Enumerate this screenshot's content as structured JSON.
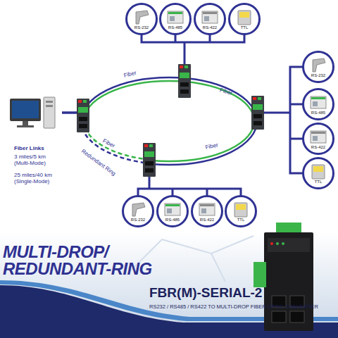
{
  "diagram": {
    "title": "MULTI-DROP/ REDUNDANT-RING",
    "nodes": [
      {
        "text": [
          "RS-232"
        ]
      },
      {
        "text": [
          "RS-485"
        ]
      },
      {
        "text": [
          "RS-422"
        ]
      },
      {
        "text": [
          "TTL"
        ]
      },
      {
        "text": [
          "RS-232"
        ]
      },
      {
        "text": [
          "RS-485"
        ]
      },
      {
        "text": [
          "RS-422"
        ]
      },
      {
        "text": [
          "TTL"
        ]
      },
      {
        "text": [
          "RS-232"
        ]
      },
      {
        "text": [
          "RS-485"
        ]
      },
      {
        "text": [
          "RS-422"
        ]
      },
      {
        "text": [
          "TTL"
        ]
      }
    ],
    "labels": [
      "Fiber",
      "Fiber",
      "Fiber",
      "Fiber",
      "Redundant Ring",
      "Fiber Links",
      "3 miles/5 km (Multi-Mode)",
      "25 miles/40 km (Single-Mode)",
      "FBR(M)-SERIAL-2",
      "RS232 / RS485 / RS422 TO MULTI-DROP FIBER OPTIC CONVERTER"
    ]
  }
}
